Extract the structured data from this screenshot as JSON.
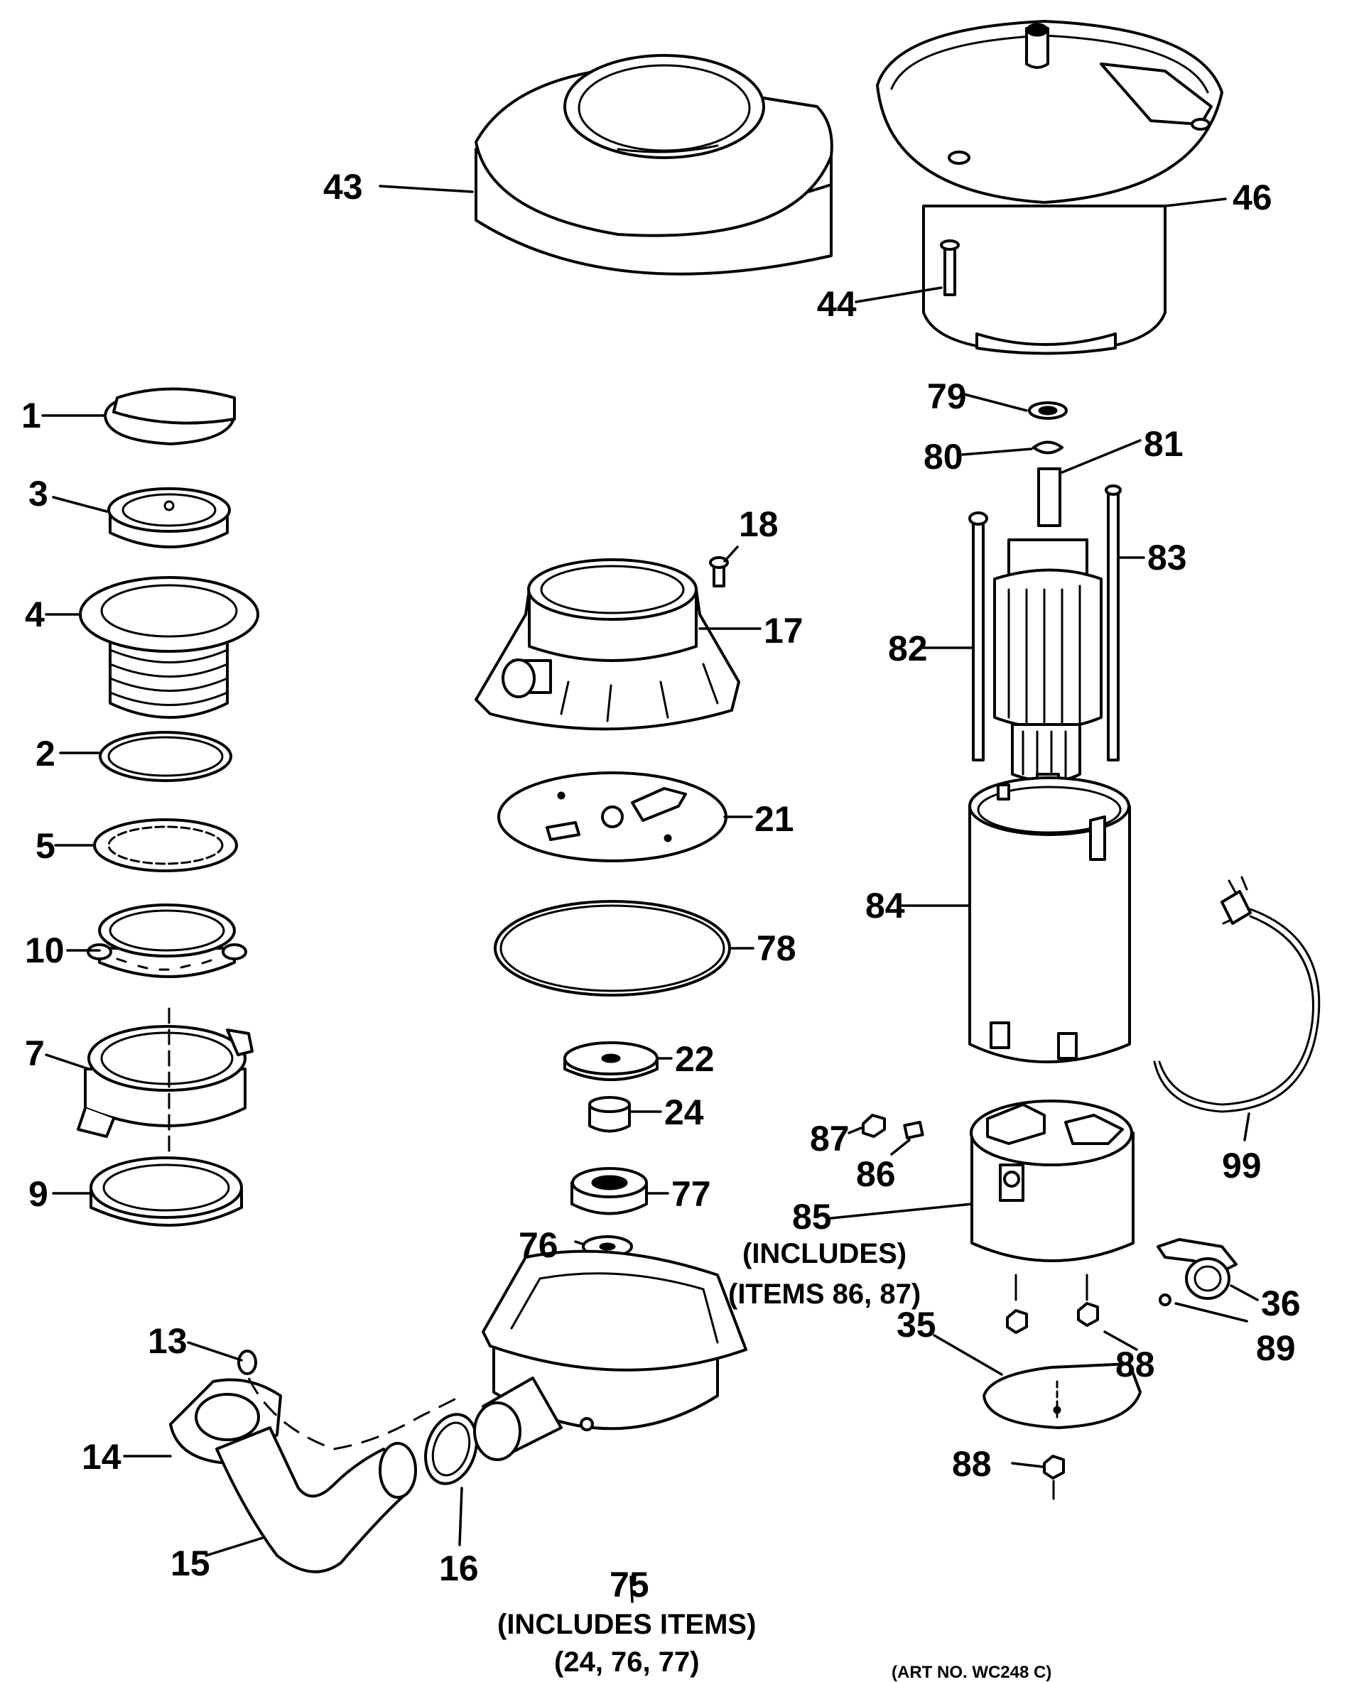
{
  "callouts": [
    {
      "id": "43",
      "label": "43"
    },
    {
      "id": "46",
      "label": "46"
    },
    {
      "id": "44",
      "label": "44"
    },
    {
      "id": "1",
      "label": "1"
    },
    {
      "id": "3",
      "label": "3"
    },
    {
      "id": "4",
      "label": "4"
    },
    {
      "id": "2",
      "label": "2"
    },
    {
      "id": "5",
      "label": "5"
    },
    {
      "id": "10",
      "label": "10"
    },
    {
      "id": "7",
      "label": "7"
    },
    {
      "id": "9",
      "label": "9"
    },
    {
      "id": "18",
      "label": "18"
    },
    {
      "id": "17",
      "label": "17"
    },
    {
      "id": "21",
      "label": "21"
    },
    {
      "id": "78",
      "label": "78"
    },
    {
      "id": "22",
      "label": "22"
    },
    {
      "id": "24",
      "label": "24"
    },
    {
      "id": "77",
      "label": "77"
    },
    {
      "id": "76",
      "label": "76"
    },
    {
      "id": "79",
      "label": "79"
    },
    {
      "id": "80",
      "label": "80"
    },
    {
      "id": "81",
      "label": "81"
    },
    {
      "id": "82",
      "label": "82"
    },
    {
      "id": "83",
      "label": "83"
    },
    {
      "id": "84",
      "label": "84"
    },
    {
      "id": "99",
      "label": "99"
    },
    {
      "id": "87",
      "label": "87"
    },
    {
      "id": "86",
      "label": "86"
    },
    {
      "id": "85",
      "label": "85"
    },
    {
      "id": "36",
      "label": "36"
    },
    {
      "id": "35",
      "label": "35"
    },
    {
      "id": "88a",
      "label": "88"
    },
    {
      "id": "89",
      "label": "89"
    },
    {
      "id": "88b",
      "label": "88"
    },
    {
      "id": "13",
      "label": "13"
    },
    {
      "id": "14",
      "label": "14"
    },
    {
      "id": "15",
      "label": "15"
    },
    {
      "id": "16",
      "label": "16"
    },
    {
      "id": "75",
      "label": "75"
    }
  ],
  "notes": {
    "item85_line1": "(INCLUDES)",
    "item85_line2": "(ITEMS 86, 87)",
    "item75_line1": "(INCLUDES ITEMS)",
    "item75_line2": "(24, 76, 77)"
  },
  "art_number": "(ART NO. WC248 C)"
}
